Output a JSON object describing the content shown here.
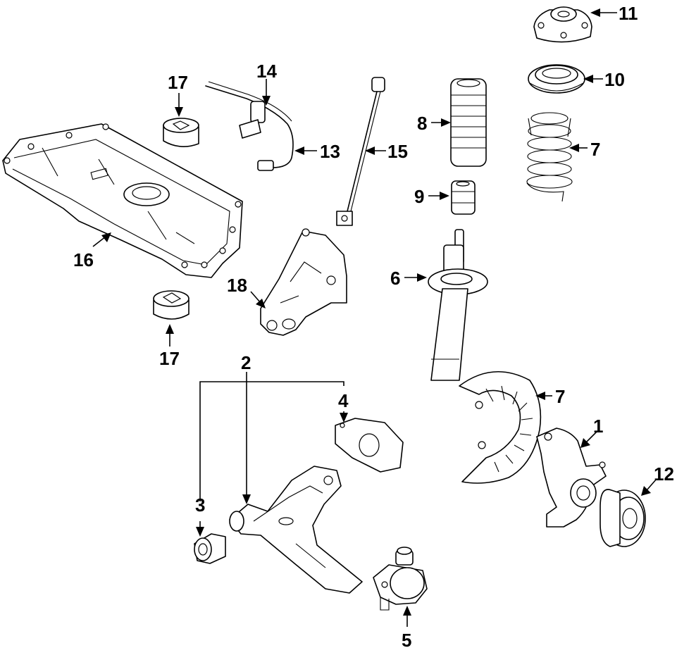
{
  "diagram": {
    "callouts": {
      "c1": "1",
      "c2": "2",
      "c3": "3",
      "c4": "4",
      "c5": "5",
      "c6": "6",
      "c7a": "7",
      "c7b": "7",
      "c8": "8",
      "c9": "9",
      "c10": "10",
      "c11": "11",
      "c12": "12",
      "c13": "13",
      "c14": "14",
      "c15": "15",
      "c16": "16",
      "c17a": "17",
      "c17b": "17",
      "c18": "18"
    }
  }
}
